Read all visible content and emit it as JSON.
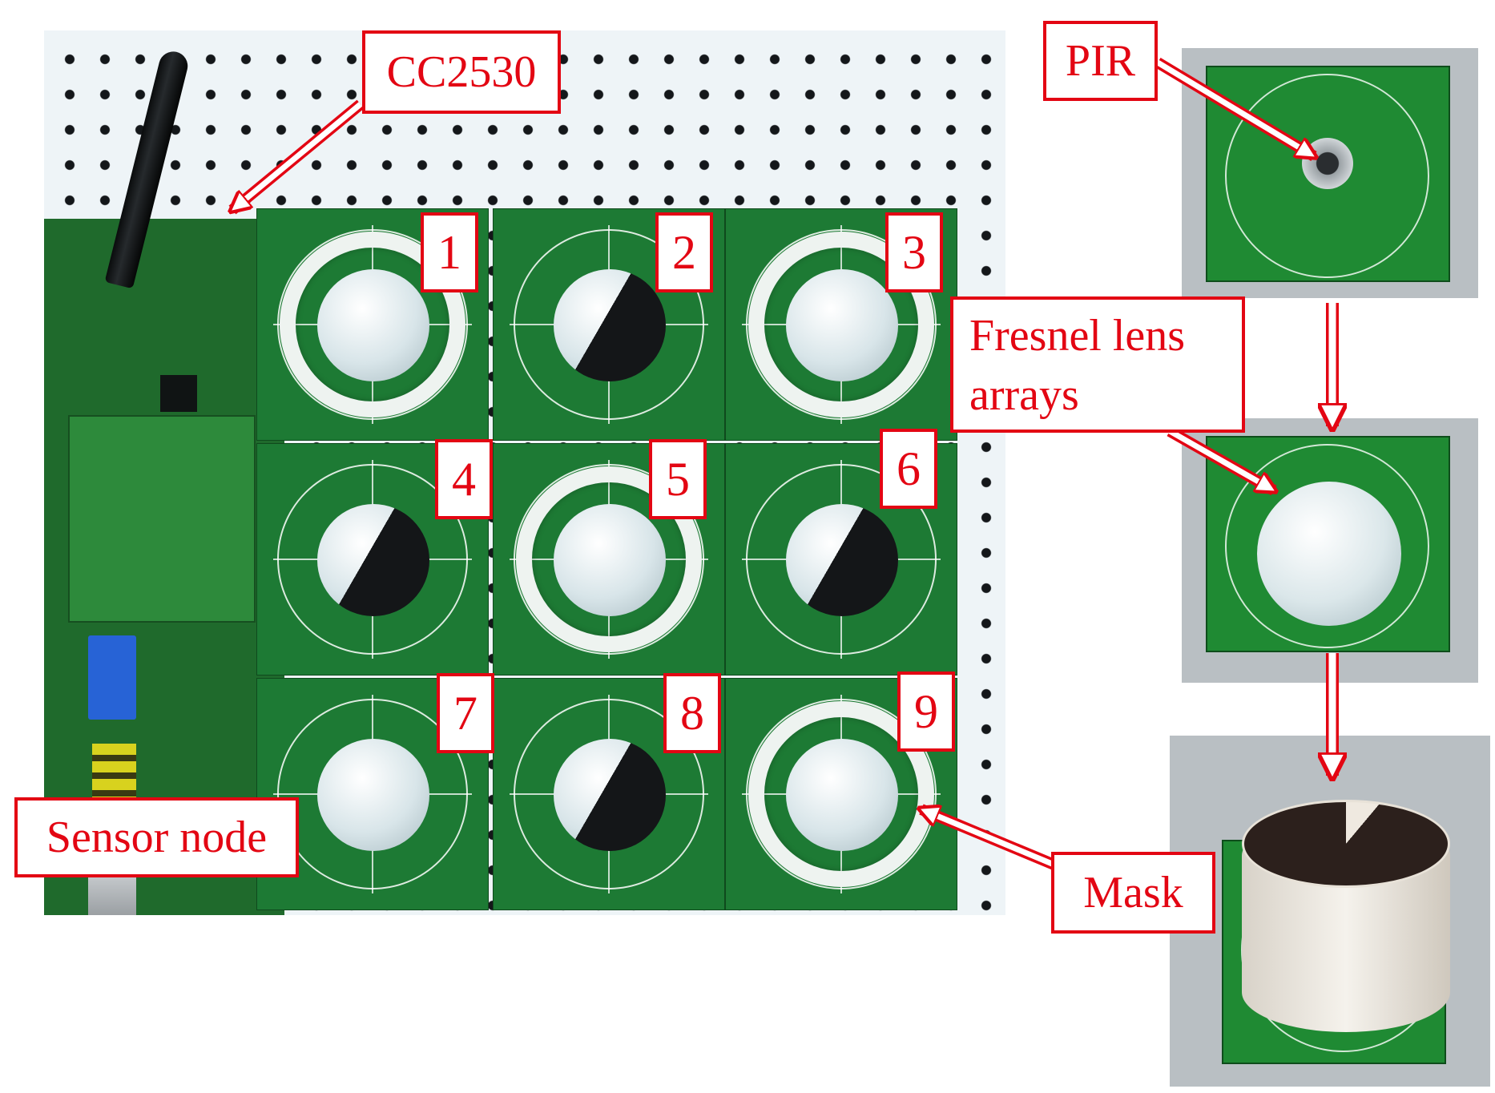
{
  "labels": {
    "cc2530": "CC2530",
    "pir": "PIR",
    "fresnel_line1": "Fresnel lens",
    "fresnel_line2": "arrays",
    "sensor_node": "Sensor node",
    "mask": "Mask"
  },
  "cell_numbers": [
    "1",
    "2",
    "3",
    "4",
    "5",
    "6",
    "7",
    "8",
    "9"
  ],
  "colors": {
    "annotation": "#e30613",
    "pcb": "#1f7a34"
  }
}
